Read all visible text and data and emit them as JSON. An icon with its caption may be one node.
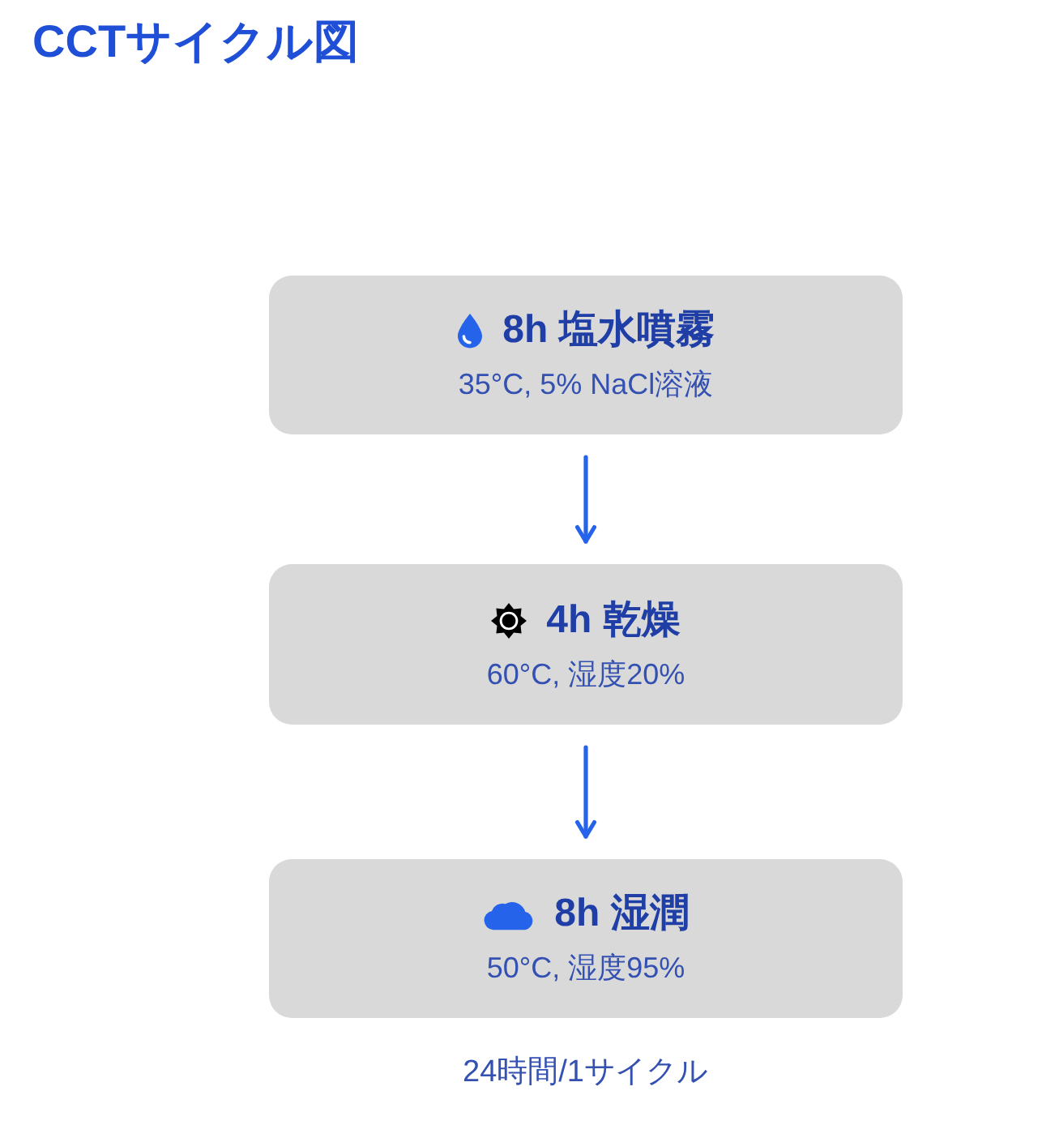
{
  "diagram": {
    "title": "CCTサイクル図",
    "nodes": [
      {
        "text": [
          "8h 塩水噴霧",
          "35°C, 5% NaCl溶液"
        ]
      },
      {
        "text": [
          "4h 乾燥",
          "60°C, 湿度20%"
        ]
      },
      {
        "text": [
          "8h 湿潤",
          "50°C, 湿度95%"
        ]
      }
    ],
    "edges": [
      {
        "from": 0,
        "to": 1,
        "arrow": "to"
      },
      {
        "from": 1,
        "to": 2,
        "arrow": "to"
      }
    ],
    "labels": [
      "24時間/1サイクル"
    ]
  }
}
